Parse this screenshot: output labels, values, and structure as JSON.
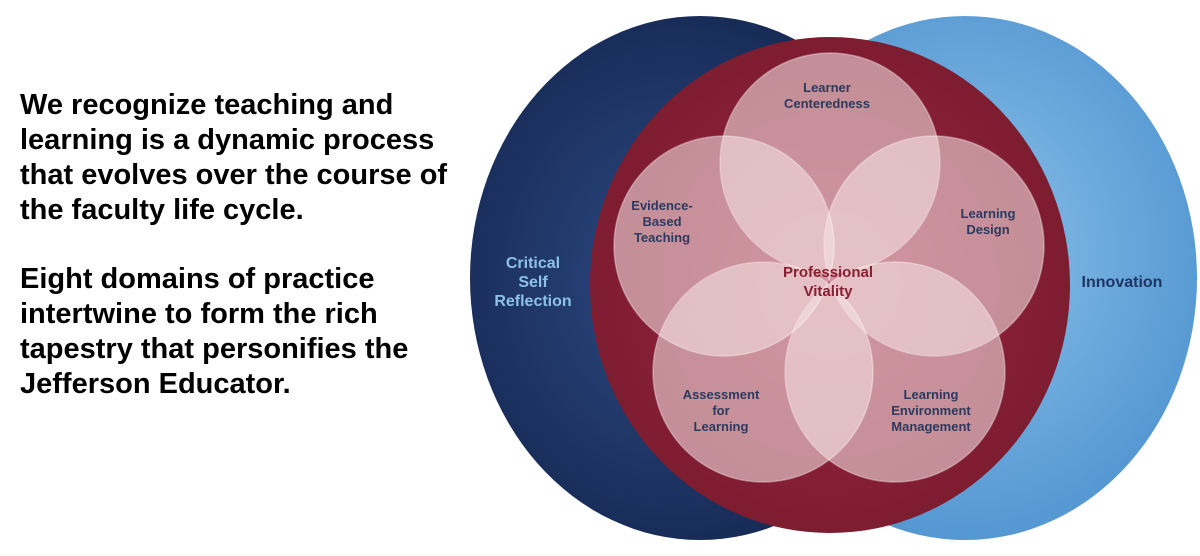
{
  "text": {
    "paragraph_1": "We recognize teaching and learning is a dynamic process that evolves over the course of the faculty life cycle.",
    "paragraph_2": "Eight domains of practice intertwine to form the rich tapestry that personifies the Jefferson Educator."
  },
  "diagram": {
    "outer_left_label": [
      "Critical",
      "Self",
      "Reflection"
    ],
    "outer_right_label": [
      "Innovation"
    ],
    "center_label": [
      "Professional",
      "Vitality"
    ],
    "petals": [
      {
        "label": [
          "Learner",
          "Centeredness"
        ]
      },
      {
        "label": [
          "Learning",
          "Design"
        ]
      },
      {
        "label": [
          "Learning",
          "Environment",
          "Management"
        ]
      },
      {
        "label": [
          "Assessment",
          "for",
          "Learning"
        ]
      },
      {
        "label": [
          "Evidence-",
          "Based",
          "Teaching"
        ]
      }
    ],
    "colors": {
      "navy": "#1e3564",
      "light_blue": "#6aa9da",
      "crimson": "#8a1f35",
      "petal": "#f2dede",
      "label_navy": "#2b3a5e",
      "label_crimson": "#8a1f35",
      "label_light_blue": "#8cc2ea"
    }
  }
}
